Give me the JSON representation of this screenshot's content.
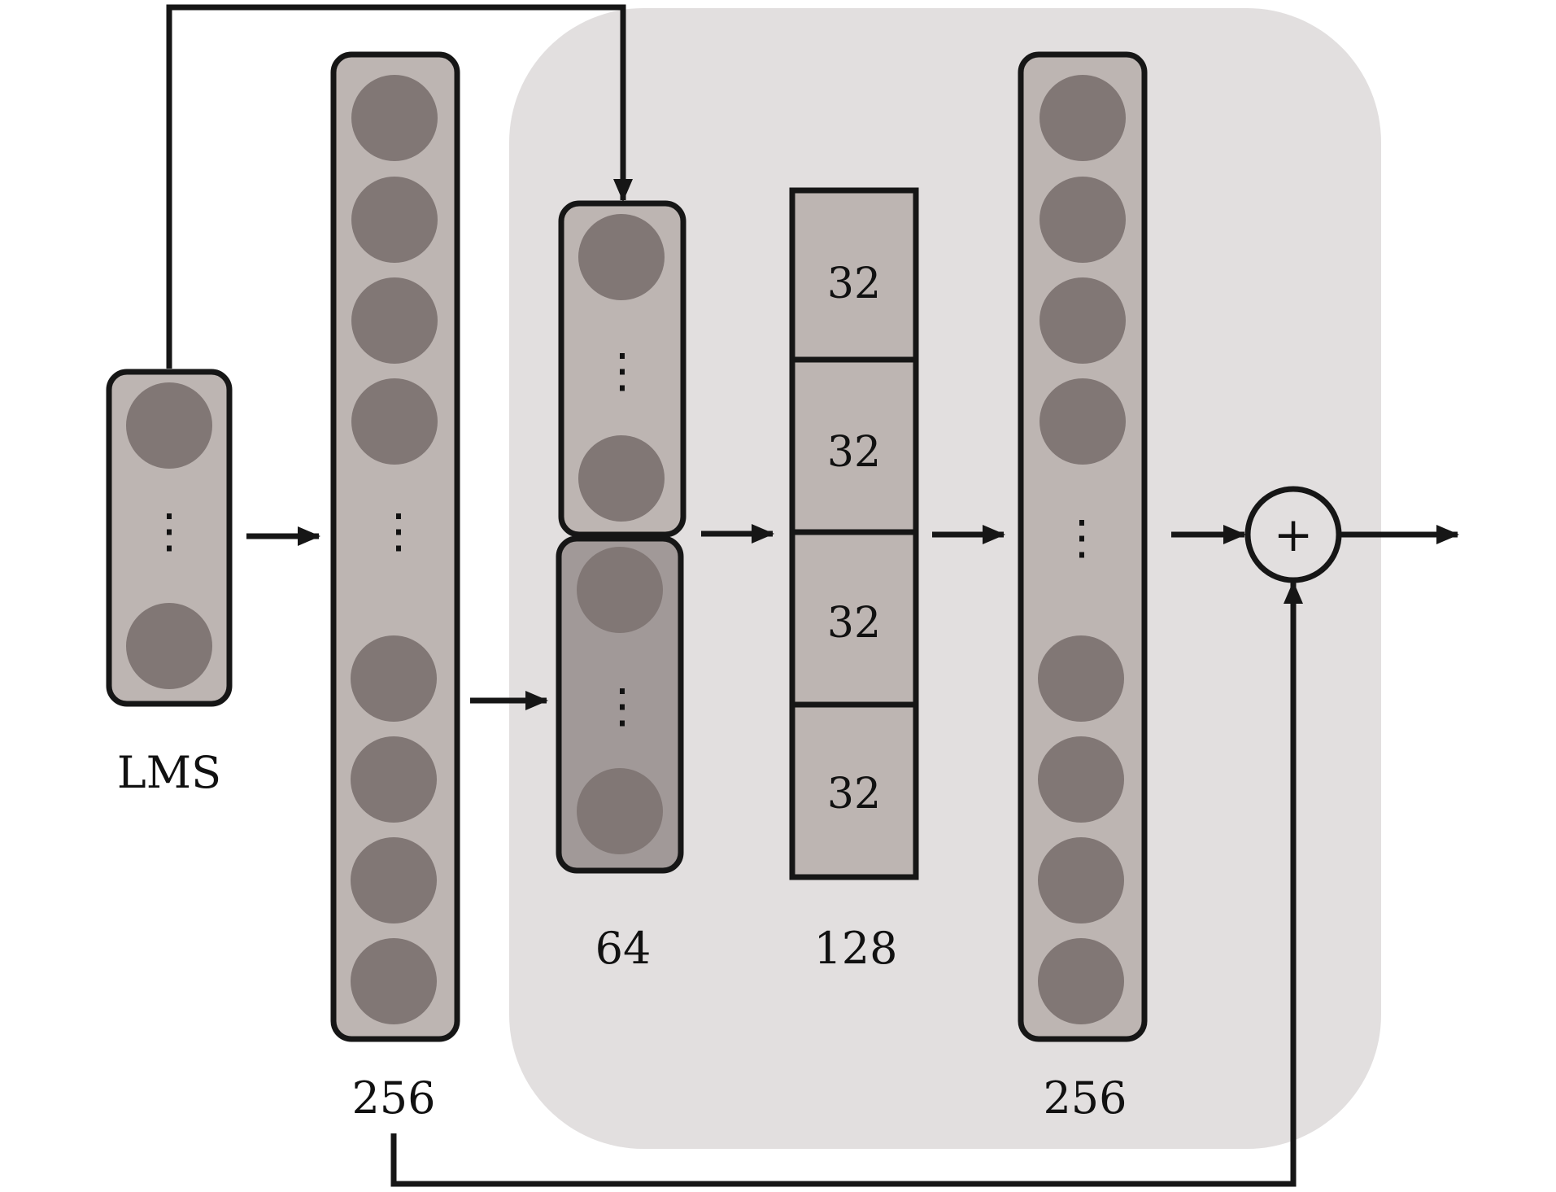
{
  "colors": {
    "background_panel": "#e2dfdf",
    "layer_fill": "#bdb5b2",
    "layer_fill_dark": "#a19998",
    "neuron_fill": "#817775",
    "stroke": "#161616",
    "text": "#111111"
  },
  "labels": {
    "input": "LMS",
    "layer1": "256",
    "split": "64",
    "group": "128",
    "layer2": "256",
    "ellipsis": "⋮",
    "sum_symbol": "+"
  },
  "group_cells": [
    "32",
    "32",
    "32",
    "32"
  ],
  "icons": {
    "sum_node": "circle-plus-icon",
    "arrow": "arrow-icon",
    "ellipsis": "vertical-ellipsis-icon"
  }
}
